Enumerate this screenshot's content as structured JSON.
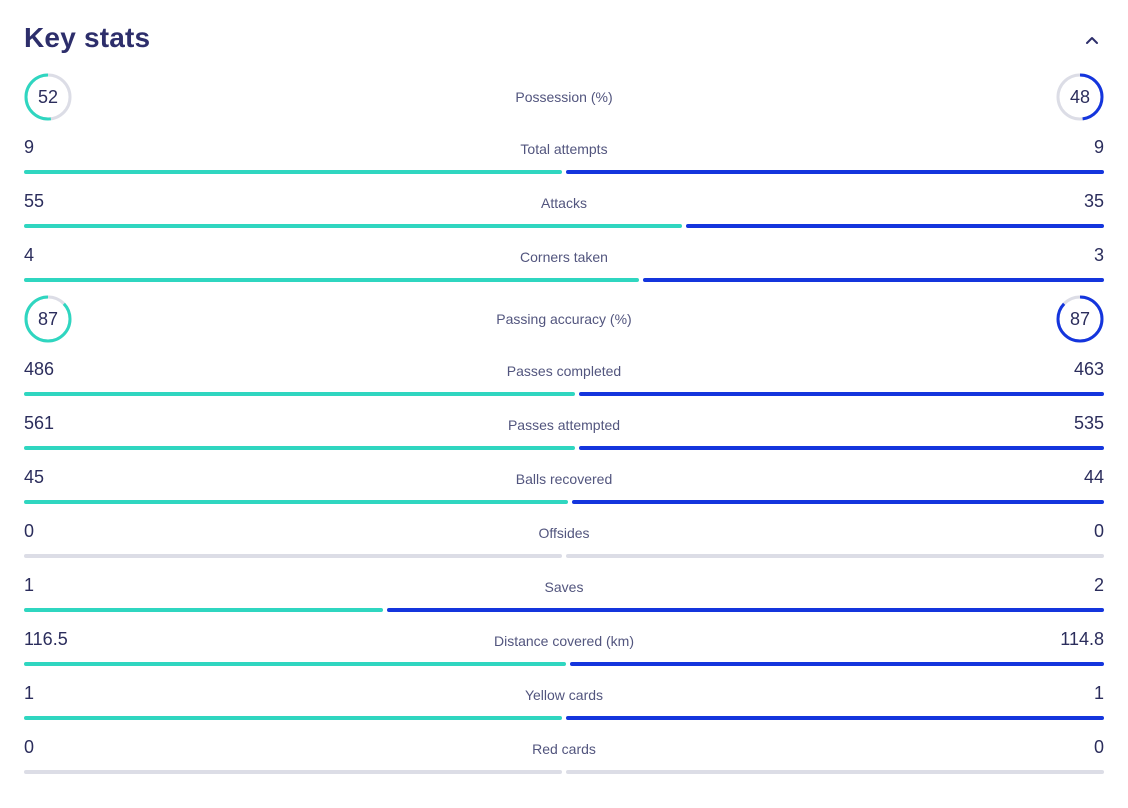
{
  "panel": {
    "title": "Key stats",
    "home_color": "#2fd6c0",
    "away_color": "#1435dd",
    "empty_color": "#dcdde6"
  },
  "ring_stats": [
    {
      "label": "Possession (%)",
      "home": "52",
      "away": "48",
      "home_pct": 52,
      "away_pct": 48
    },
    {
      "label": "Passing accuracy (%)",
      "home": "87",
      "away": "87",
      "home_pct": 87,
      "away_pct": 87
    }
  ],
  "bar_stats": [
    {
      "label": "Total attempts",
      "home": "9",
      "away": "9",
      "home_val": 9,
      "away_val": 9
    },
    {
      "label": "Attacks",
      "home": "55",
      "away": "35",
      "home_val": 55,
      "away_val": 35
    },
    {
      "label": "Corners taken",
      "home": "4",
      "away": "3",
      "home_val": 4,
      "away_val": 3
    },
    {
      "label": "Passes completed",
      "home": "486",
      "away": "463",
      "home_val": 486,
      "away_val": 463
    },
    {
      "label": "Passes attempted",
      "home": "561",
      "away": "535",
      "home_val": 561,
      "away_val": 535
    },
    {
      "label": "Balls recovered",
      "home": "45",
      "away": "44",
      "home_val": 45,
      "away_val": 44
    },
    {
      "label": "Offsides",
      "home": "0",
      "away": "0",
      "home_val": 0,
      "away_val": 0
    },
    {
      "label": "Saves",
      "home": "1",
      "away": "2",
      "home_val": 1,
      "away_val": 2
    },
    {
      "label": "Distance covered (km)",
      "home": "116.5",
      "away": "114.8",
      "home_val": 116.5,
      "away_val": 114.8
    },
    {
      "label": "Yellow cards",
      "home": "1",
      "away": "1",
      "home_val": 1,
      "away_val": 1
    },
    {
      "label": "Red cards",
      "home": "0",
      "away": "0",
      "home_val": 0,
      "away_val": 0
    }
  ]
}
